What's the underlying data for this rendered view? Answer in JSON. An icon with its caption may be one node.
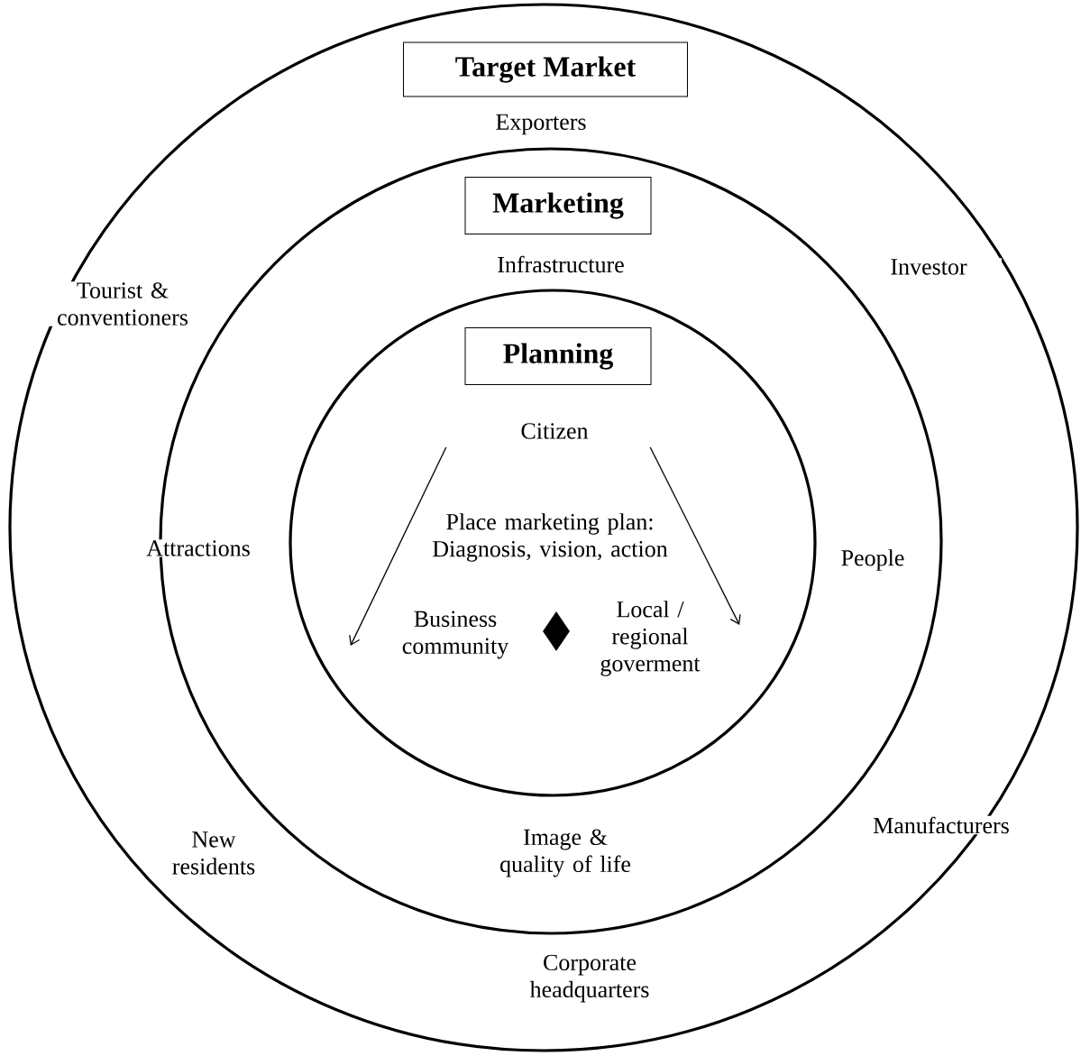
{
  "diagram": {
    "nodes": [
      {
        "text": [
          "Exporters",
          "Tourist & conventioners",
          "Investor",
          "Manufacturers",
          "New residents",
          "Corporate headquarters"
        ]
      },
      {
        "text": [
          "Target Market"
        ],
        "in": 0
      },
      {
        "text": [
          "Infrastructure",
          "Attractions",
          "People",
          "Image & quality of life"
        ],
        "in": 0
      },
      {
        "text": [
          "Marketing"
        ],
        "in": 2
      },
      {
        "text": [
          "Place marketing plan: Diagnosis, vision, action"
        ],
        "in": 2
      },
      {
        "text": [
          "Planning"
        ],
        "in": 4
      },
      {
        "text": [
          "Citizen"
        ],
        "in": 4
      },
      {
        "text": [
          "Business community"
        ],
        "in": 4
      },
      {
        "text": [],
        "shape": "diamond",
        "in": 4
      },
      {
        "text": [
          "Local / regional goverment"
        ],
        "in": 4
      }
    ],
    "edges": [
      {
        "from": 6,
        "to": 7,
        "arrow": "to"
      },
      {
        "from": 6,
        "to": 9,
        "arrow": "to"
      }
    ]
  }
}
